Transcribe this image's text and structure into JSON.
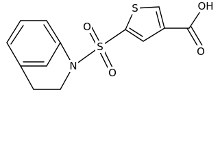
{
  "molecule": {
    "atoms": {
      "S_thiophene": "S",
      "S_sulfonyl": "S",
      "O_top": "O",
      "O_bottom": "O",
      "N": "N",
      "O_carbonyl": "O",
      "OH": "OH"
    },
    "colors": {
      "bond": "#000000",
      "label": "#000000",
      "background": "#ffffff"
    }
  }
}
